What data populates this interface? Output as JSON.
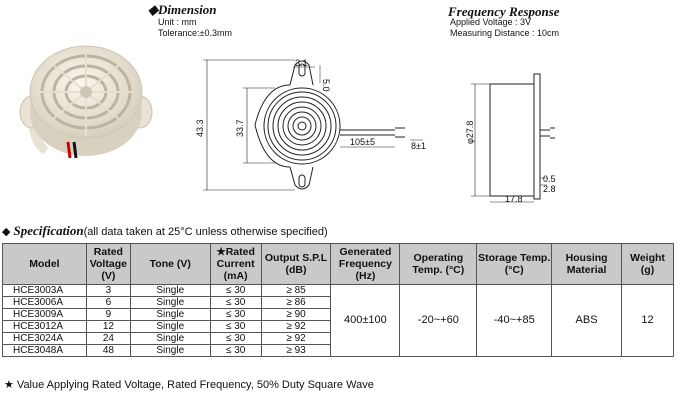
{
  "dimension": {
    "marker": "◆",
    "title": "Dimension",
    "unit": "Unit : mm",
    "tolerance": "Tolerance:±0.3mm"
  },
  "frequency_response": {
    "title": "Frequency Response",
    "applied_voltage": "Applied Voltage : 3V",
    "measuring_distance": "Measuring Distance : 10cm"
  },
  "drawing_labels": {
    "w31": "3.1",
    "h50": "5.0",
    "h433": "43.3",
    "h337": "33.7",
    "lead": "105±5",
    "strip": "8±1",
    "d278": "φ27.8",
    "t05": "0.5",
    "t28": "2.8",
    "depth": "17.8"
  },
  "specification": {
    "marker": "◆",
    "title": "Specification",
    "note": "(all data taken at 25°C unless otherwise specified)"
  },
  "table": {
    "headers": [
      "Model",
      "Rated Voltage (V)",
      "Tone (V)",
      "★Rated Current (mA)",
      "Output S.P.L (dB)",
      "Generated Frequency (Hz)",
      "Operating Temp. (°C)",
      "Storage Temp. (°C)",
      "Housing Material",
      "Weight (g)"
    ],
    "rows": [
      {
        "model": "HCE3003A",
        "voltage": "3",
        "tone": "Single",
        "current": "≤ 30",
        "spl": "≥ 85"
      },
      {
        "model": "HCE3006A",
        "voltage": "6",
        "tone": "Single",
        "current": "≤ 30",
        "spl": "≥ 86"
      },
      {
        "model": "HCE3009A",
        "voltage": "9",
        "tone": "Single",
        "current": "≤ 30",
        "spl": "≥ 90"
      },
      {
        "model": "HCE3012A",
        "voltage": "12",
        "tone": "Single",
        "current": "≤ 30",
        "spl": "≥ 92"
      },
      {
        "model": "HCE3024A",
        "voltage": "24",
        "tone": "Single",
        "current": "≤ 30",
        "spl": "≥ 92"
      },
      {
        "model": "HCE3048A",
        "voltage": "48",
        "tone": "Single",
        "current": "≤ 30",
        "spl": "≥ 93"
      }
    ],
    "frequency": "400±100",
    "operating_temp": "-20~+60",
    "storage_temp": "-40~+85",
    "housing": "ABS",
    "weight": "12"
  },
  "footnote": "★ Value Applying Rated Voltage, Rated Frequency, 50% Duty Square Wave"
}
